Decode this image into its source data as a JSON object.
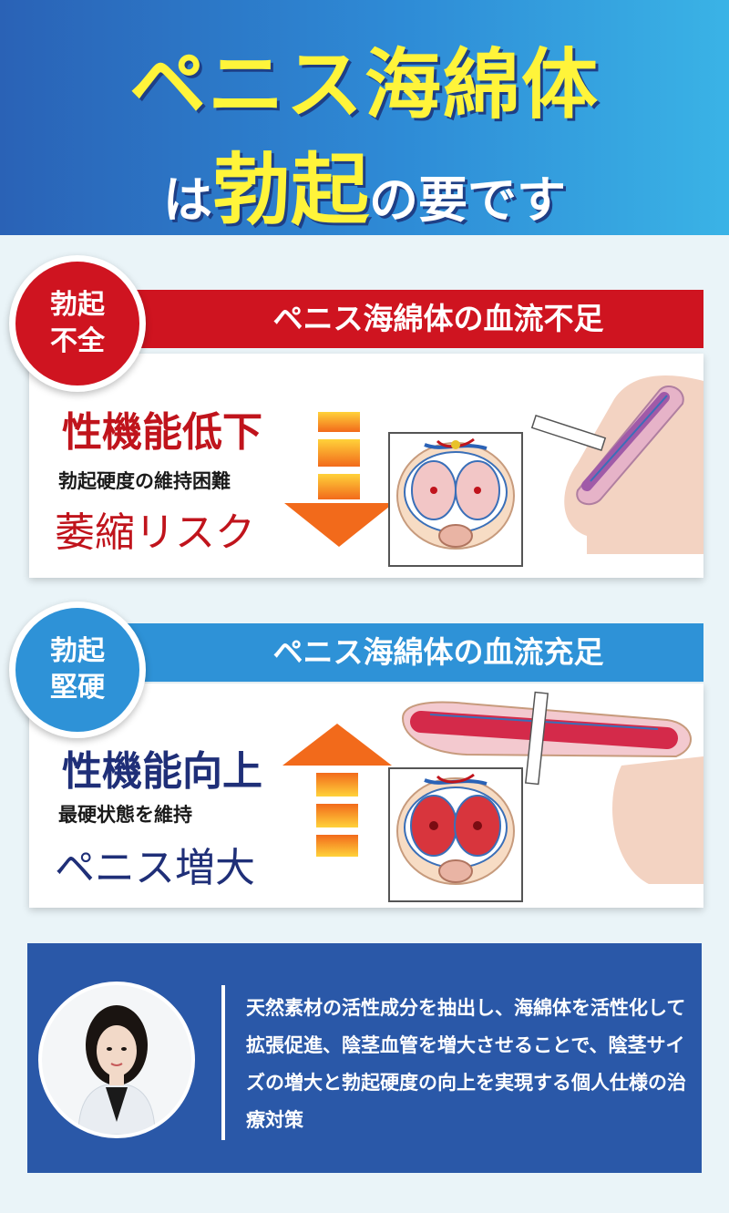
{
  "header": {
    "title_line1": "ペニス海綿体",
    "title_line2_pre": "は",
    "title_line2_emph": "勃起",
    "title_line2_post": "の要です"
  },
  "section_bad": {
    "badge_line1": "勃起",
    "badge_line2": "不全",
    "band_label": "ペニス海綿体の血流不足",
    "heading": "性機能低下",
    "subtext": "勃起硬度の維持困難",
    "risk_text": "萎縮リスク"
  },
  "section_good": {
    "badge_line1": "勃起",
    "badge_line2": "堅硬",
    "band_label": "ペニス海綿体の血流充足",
    "heading": "性機能向上",
    "subtext": "最硬状態を維持",
    "result_text": "ペニス増大"
  },
  "quote": {
    "text": "天然素材の活性成分を抽出し、海綿体を活性化して拡張促進、陰茎血管を増大させることで、陰茎サイズの増大と勃起硬度の向上を実現する個人仕様の治療対策"
  },
  "colors": {
    "header_blue": "#2a62b6",
    "title_yellow": "#fff43a",
    "alert_red": "#cf1420",
    "positive_blue": "#2e92d7",
    "arrow_orange": "#f26a1b",
    "quote_bg": "#2a58a8"
  },
  "icons": {
    "down_arrow": "down-arrow-icon",
    "up_arrow": "up-arrow-icon",
    "cross_section": "cross-section-illustration",
    "organ_side": "organ-side-illustration",
    "doctor": "doctor-portrait"
  }
}
